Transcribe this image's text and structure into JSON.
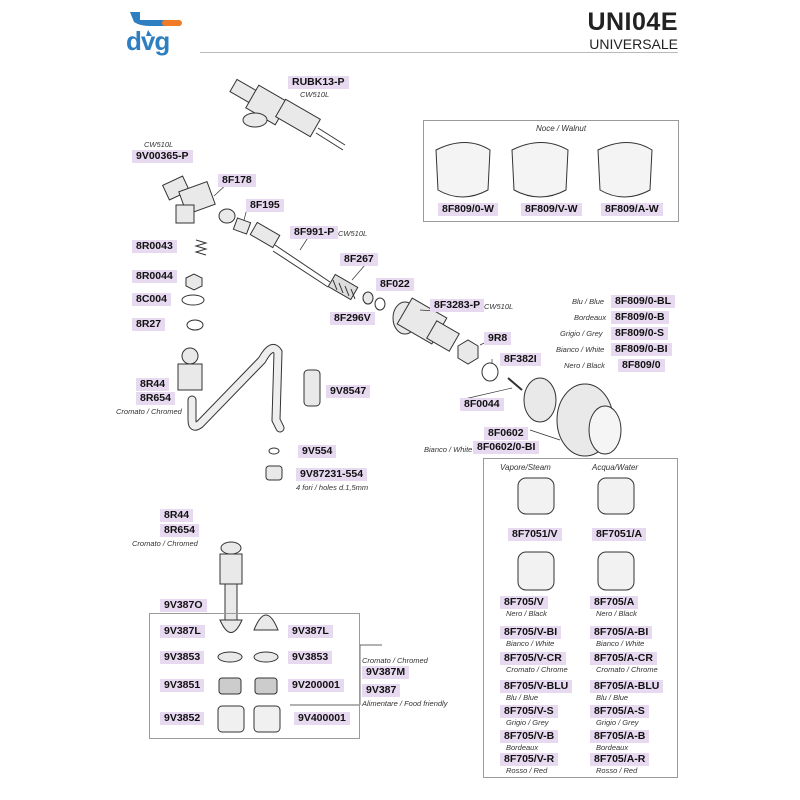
{
  "header": {
    "brand": "dvg",
    "model": "UNI04E",
    "subtitle": "UNIVERSALE",
    "brand_color": "#2d7fc1",
    "accent_color": "#f07c2a"
  },
  "parts": [
    {
      "code": "RUBK13-P"
    },
    {
      "code": "9V00365-P"
    },
    {
      "code": "8F178"
    },
    {
      "code": "8F195"
    },
    {
      "code": "8F991-P"
    },
    {
      "code": "8R0043"
    },
    {
      "code": "8F267"
    },
    {
      "code": "8R0044"
    },
    {
      "code": "8F022"
    },
    {
      "code": "8C004"
    },
    {
      "code": "8F3283-P"
    },
    {
      "code": "8F296V"
    },
    {
      "code": "8R27"
    },
    {
      "code": "9R8"
    },
    {
      "code": "8F382I"
    },
    {
      "code": "8R44"
    },
    {
      "code": "8R654"
    },
    {
      "code": "9V8547"
    },
    {
      "code": "8F0044"
    },
    {
      "code": "8F0602"
    },
    {
      "code": "8F0602/0-BI"
    },
    {
      "code": "9V554"
    },
    {
      "code": "9V87231-554"
    },
    {
      "code": "8R44"
    },
    {
      "code": "8R654"
    },
    {
      "code": "9V387O"
    },
    {
      "code": "9V387L"
    },
    {
      "code": "9V387L"
    },
    {
      "code": "9V3853"
    },
    {
      "code": "9V3853"
    },
    {
      "code": "9V3851"
    },
    {
      "code": "9V200001"
    },
    {
      "code": "9V387M"
    },
    {
      "code": "9V387"
    },
    {
      "code": "9V3852"
    },
    {
      "code": "9V400001"
    }
  ],
  "captions": {
    "cw510l": "CW510L",
    "chromed": "Cromato / Chromed",
    "holes": "4 fori / holes d.1,5mm",
    "chromed2": "Cromato / Chromed",
    "food": "Alimentare / Food friendly",
    "bianco_white": "Bianco / White"
  },
  "knobs_box": {
    "title": "Noce / Walnut",
    "items": [
      "8F809/0-W",
      "8F809/V-W",
      "8F809/A-W"
    ]
  },
  "knob_colors": [
    {
      "label": "Blu / Blue",
      "code": "8F809/0-BL"
    },
    {
      "label": "Bordeaux",
      "code": "8F809/0-B"
    },
    {
      "label": "Grigio / Grey",
      "code": "8F809/0-S"
    },
    {
      "label": "Bianco / White",
      "code": "8F809/0-BI"
    },
    {
      "label": "Nero / Black",
      "code": "8F809/0"
    }
  ],
  "caps_box": {
    "left_title": "Vapore/Steam",
    "right_title": "Acqua/Water",
    "top_left": "8F7051/V",
    "top_right": "8F7051/A",
    "left": [
      {
        "code": "8F705/V",
        "label": "Nero / Black"
      },
      {
        "code": "8F705/V-BI",
        "label": "Bianco / White"
      },
      {
        "code": "8F705/V-CR",
        "label": "Cromato / Chrome"
      },
      {
        "code": "8F705/V-BLU",
        "label": "Blu / Blue"
      },
      {
        "code": "8F705/V-S",
        "label": "Grigio / Grey"
      },
      {
        "code": "8F705/V-B",
        "label": "Bordeaux"
      },
      {
        "code": "8F705/V-R",
        "label": "Rosso / Red"
      }
    ],
    "right": [
      {
        "code": "8F705/A",
        "label": "Nero / Black"
      },
      {
        "code": "8F705/A-BI",
        "label": "Bianco / White"
      },
      {
        "code": "8F705/A-CR",
        "label": "Cromato / Chrome"
      },
      {
        "code": "8F705/A-BLU",
        "label": "Blu / Blue"
      },
      {
        "code": "8F705/A-S",
        "label": "Grigio / Grey"
      },
      {
        "code": "8F705/A-B",
        "label": "Bordeaux"
      },
      {
        "code": "8F705/A-R",
        "label": "Rosso / Red"
      }
    ]
  }
}
